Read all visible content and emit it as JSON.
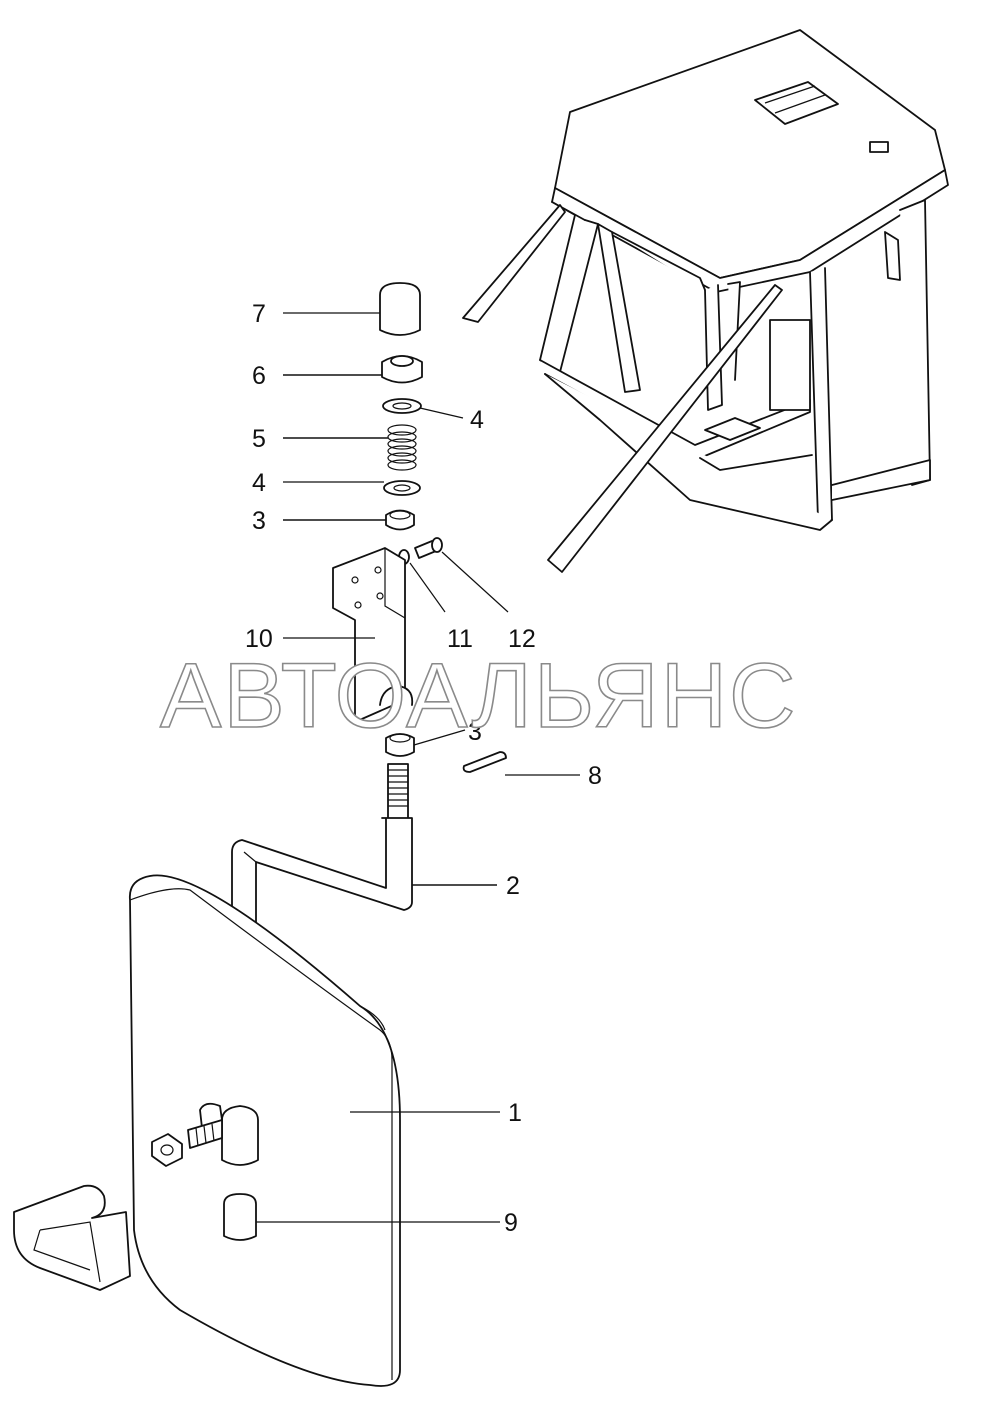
{
  "diagram": {
    "watermark": "АВТОАЛЬЯНС",
    "callouts": [
      {
        "id": "c7",
        "text": "7"
      },
      {
        "id": "c6",
        "text": "6"
      },
      {
        "id": "c4a",
        "text": "4"
      },
      {
        "id": "c5",
        "text": "5"
      },
      {
        "id": "c4b",
        "text": "4"
      },
      {
        "id": "c3a",
        "text": "3"
      },
      {
        "id": "c10",
        "text": "10"
      },
      {
        "id": "c11",
        "text": "11"
      },
      {
        "id": "c12",
        "text": "12"
      },
      {
        "id": "c3b",
        "text": "3"
      },
      {
        "id": "c8",
        "text": "8"
      },
      {
        "id": "c2",
        "text": "2"
      },
      {
        "id": "c1",
        "text": "1"
      },
      {
        "id": "c9",
        "text": "9"
      }
    ]
  }
}
